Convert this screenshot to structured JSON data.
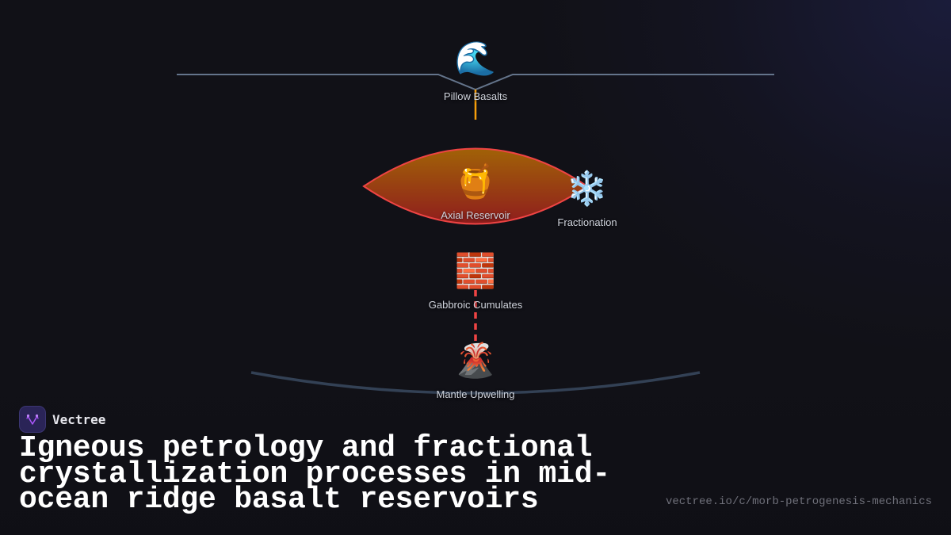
{
  "diagram": {
    "title": "Igneous petrology and fractional crystallization processes in mid-ocean ridge basalt reservoirs",
    "nodes": [
      {
        "id": "pillow-basalts",
        "label": "Pillow Basalts",
        "icon": "water-wave-icon",
        "glyph": "🌊"
      },
      {
        "id": "axial-reservoir",
        "label": "Axial Reservoir",
        "icon": "honey-pot-icon",
        "glyph": "🍯"
      },
      {
        "id": "fractionation",
        "label": "Fractionation",
        "icon": "snowflake-icon",
        "glyph": "❄️"
      },
      {
        "id": "gabbroic-cumulates",
        "label": "Gabbroic Cumulates",
        "icon": "brick-icon",
        "glyph": "🧱"
      },
      {
        "id": "mantle-upwelling",
        "label": "Mantle Upwelling",
        "icon": "volcano-icon",
        "glyph": "🌋"
      }
    ],
    "edges": [
      {
        "from": "axial-reservoir",
        "to": "pillow-basalts",
        "style": "solid",
        "color": "#f59e0b"
      },
      {
        "from": "mantle-upwelling",
        "to": "gabbroic-cumulates",
        "style": "dashed",
        "color": "#ef4444"
      }
    ],
    "shapes": {
      "seafloor_line_color": "#64748b",
      "reservoir_fill_top": "#a16207",
      "reservoir_fill_bottom": "#991b1b",
      "reservoir_stroke": "#ef4444",
      "mantle_arc_color": "#334155"
    }
  },
  "brand": {
    "name": "Vectree",
    "logo_icon": "vectree-logo-icon"
  },
  "footer": {
    "url": "vectree.io/c/morb-petrogenesis-mechanics"
  }
}
